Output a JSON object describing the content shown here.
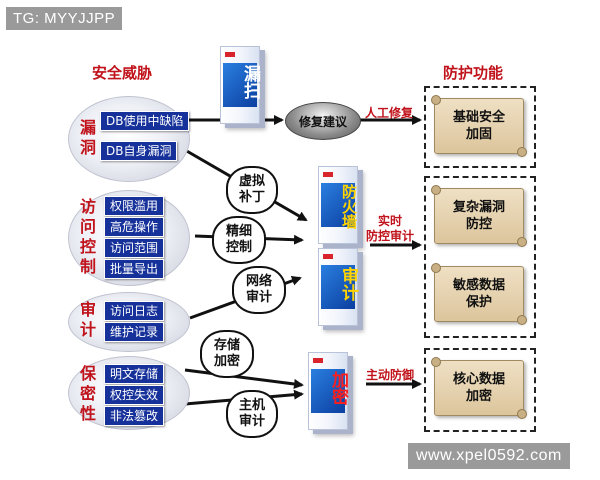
{
  "watermark_top": "TG: MYYJJPP",
  "watermark_bottom": "www.xpel0592.com",
  "left_title": "安全威胁",
  "right_title": "防护功能",
  "groups": [
    {
      "category": "漏洞",
      "items": [
        "DB使用中缺陷",
        "DB自身漏洞"
      ]
    },
    {
      "category": "访问控制",
      "items": [
        "权限滥用",
        "高危操作",
        "访问范围",
        "批量导出"
      ]
    },
    {
      "category": "审计",
      "items": [
        "访问日志",
        "维护记录"
      ]
    },
    {
      "category": "保密性",
      "items": [
        "明文存储",
        "权控失效",
        "非法篡改"
      ]
    }
  ],
  "products": {
    "scan": "漏扫",
    "firewall": "防火墙",
    "audit": "审计",
    "encrypt": "加密"
  },
  "clouds": {
    "virtual_patch": "虚拟\n补丁",
    "fine_control": "精细\n控制",
    "network_audit": "网络\n审计",
    "storage_encrypt": "存储\n加密",
    "host_audit": "主机\n审计"
  },
  "repair_advice": "修复建议",
  "links": {
    "manual_repair": "人工修复",
    "realtime": "实时\n防控审计",
    "active_defense": "主动防御"
  },
  "functions": {
    "base_hardening": "基础安全\n加固",
    "complex_vuln": "复杂漏洞\n防控",
    "sensitive_data": "敏感数据\n保护",
    "core_encrypt": "核心数据\n加密"
  }
}
